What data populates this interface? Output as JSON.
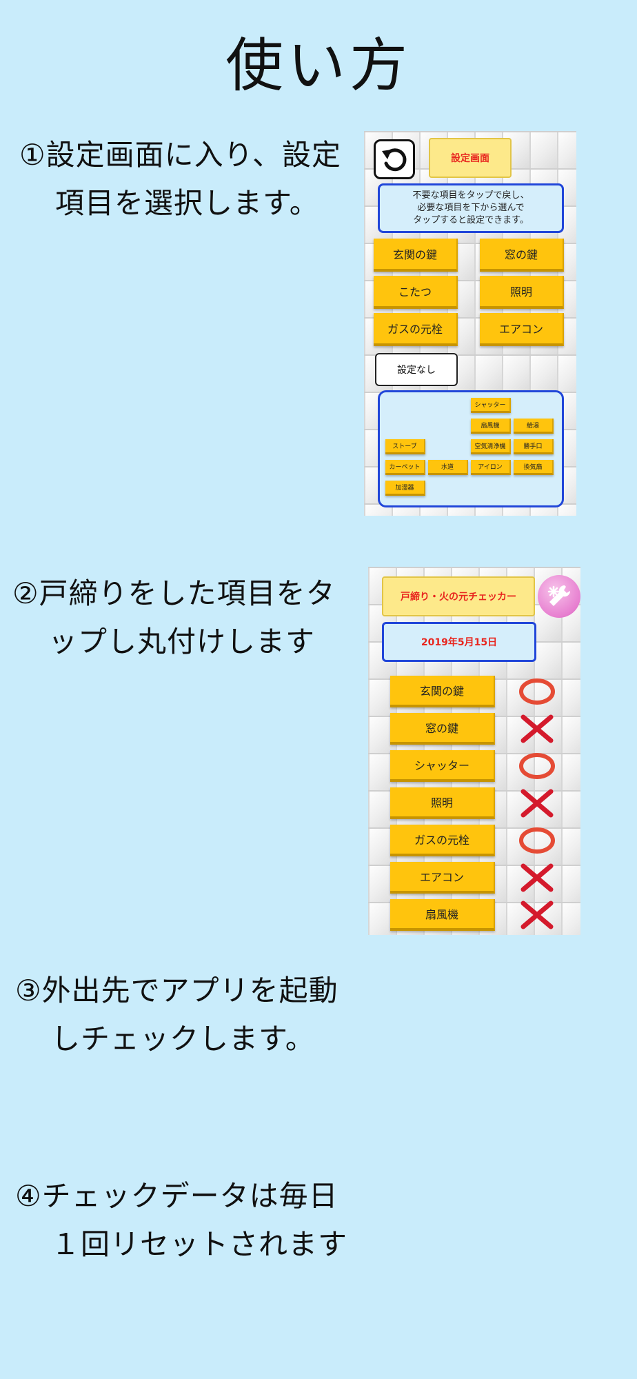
{
  "page_title": "使い方",
  "steps": [
    {
      "line1": "①設定画面に入り、設定",
      "line2": "項目を選択します。"
    },
    {
      "line1": "②戸締りをした項目をタ",
      "line2": "ップし丸付けします"
    },
    {
      "line1": "③外出先でアプリを起動",
      "line2": "しチェックします。"
    },
    {
      "line1": "④チェックデータは毎日",
      "line2": "１回リセットされます"
    }
  ],
  "settings_screen": {
    "title": "設定画面",
    "instruction_lines": [
      "不要な項目をタップで戻し、",
      "必要な項目を下から選んで",
      "タップすると設定できます。"
    ],
    "selected_items": [
      "玄関の鍵",
      "窓の鍵",
      "こたつ",
      "照明",
      "ガスの元栓",
      "エアコン"
    ],
    "none_label": "設定なし",
    "available_items": [
      "シャッター",
      "扇風機",
      "給湯",
      "ストーブ",
      "空気清浄機",
      "勝手口",
      "カーペット",
      "水道",
      "アイロン",
      "換気扇",
      "加湿器"
    ],
    "icons": [
      "back-icon"
    ]
  },
  "checker_screen": {
    "title": "戸締り・火の元チェッカー",
    "date": "2019年5月15日",
    "items": [
      {
        "label": "玄関の鍵",
        "checked": true
      },
      {
        "label": "窓の鍵",
        "checked": false
      },
      {
        "label": "シャッター",
        "checked": true
      },
      {
        "label": "照明",
        "checked": false
      },
      {
        "label": "ガスの元栓",
        "checked": true
      },
      {
        "label": "エアコン",
        "checked": false
      },
      {
        "label": "扇風機",
        "checked": false
      }
    ],
    "icons": [
      "wrench-icon",
      "circle-mark-icon",
      "cross-mark-icon"
    ]
  },
  "colors": {
    "background": "#c9ecfb",
    "button_yellow": "#ffc40d",
    "title_red": "#e8261f",
    "border_blue": "#2146d9",
    "circle_mark": "#e54b35",
    "cross_mark": "#d41a2c"
  }
}
